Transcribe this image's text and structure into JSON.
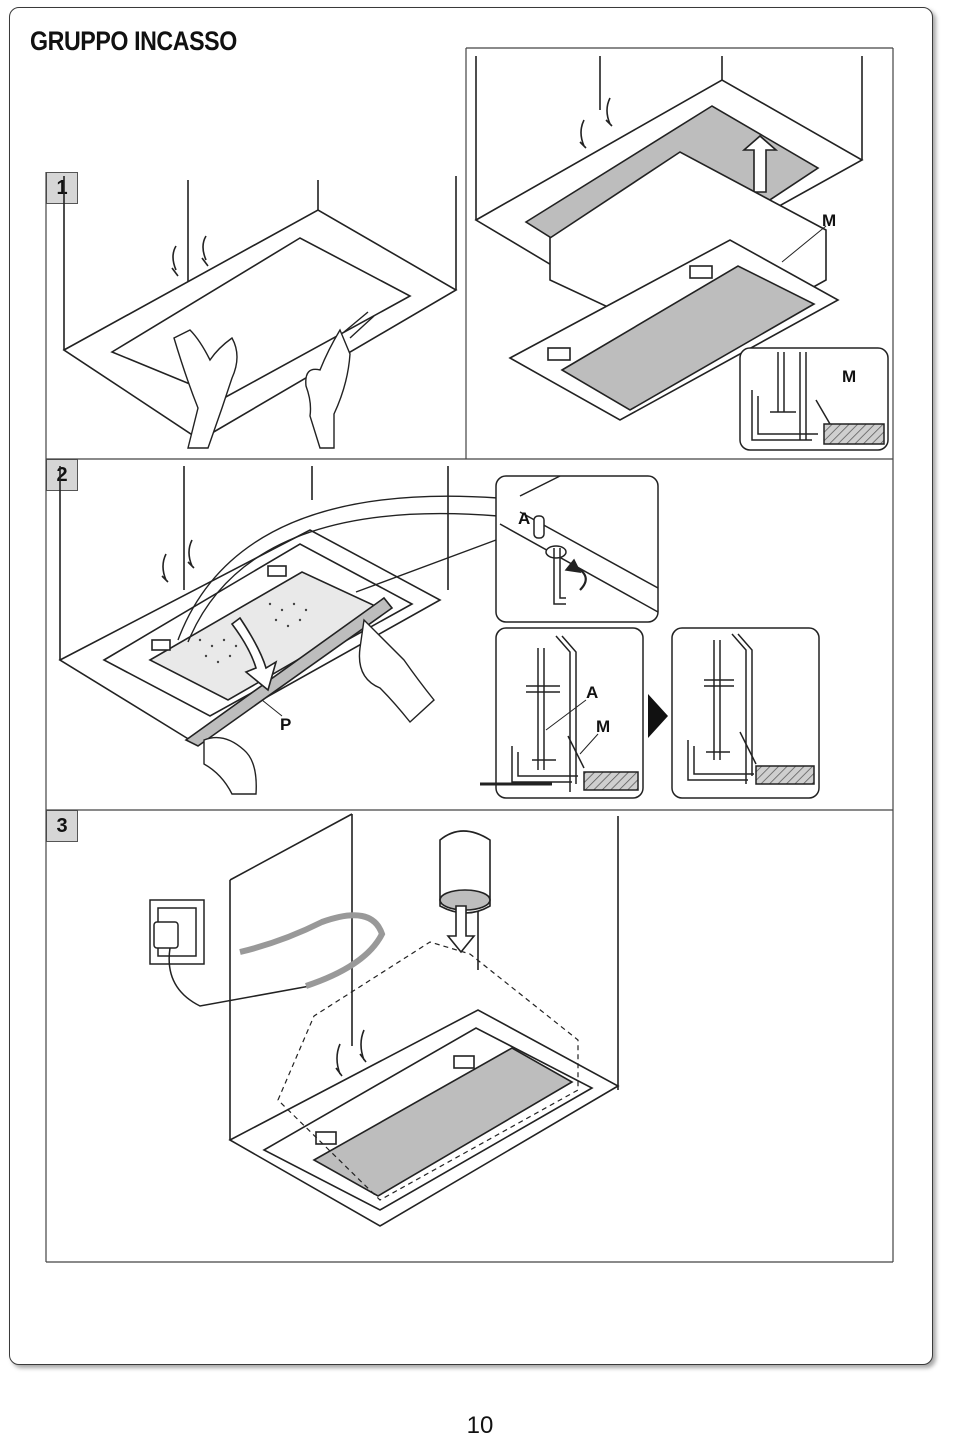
{
  "page": {
    "title": "GRUPPO INCASSO",
    "page_number": "10"
  },
  "steps": [
    {
      "number": "1"
    },
    {
      "number": "2"
    },
    {
      "number": "3"
    }
  ],
  "labels": {
    "m1": "M",
    "m2": "M",
    "a1": "A",
    "a2": "A",
    "m3": "M",
    "p": "P"
  }
}
